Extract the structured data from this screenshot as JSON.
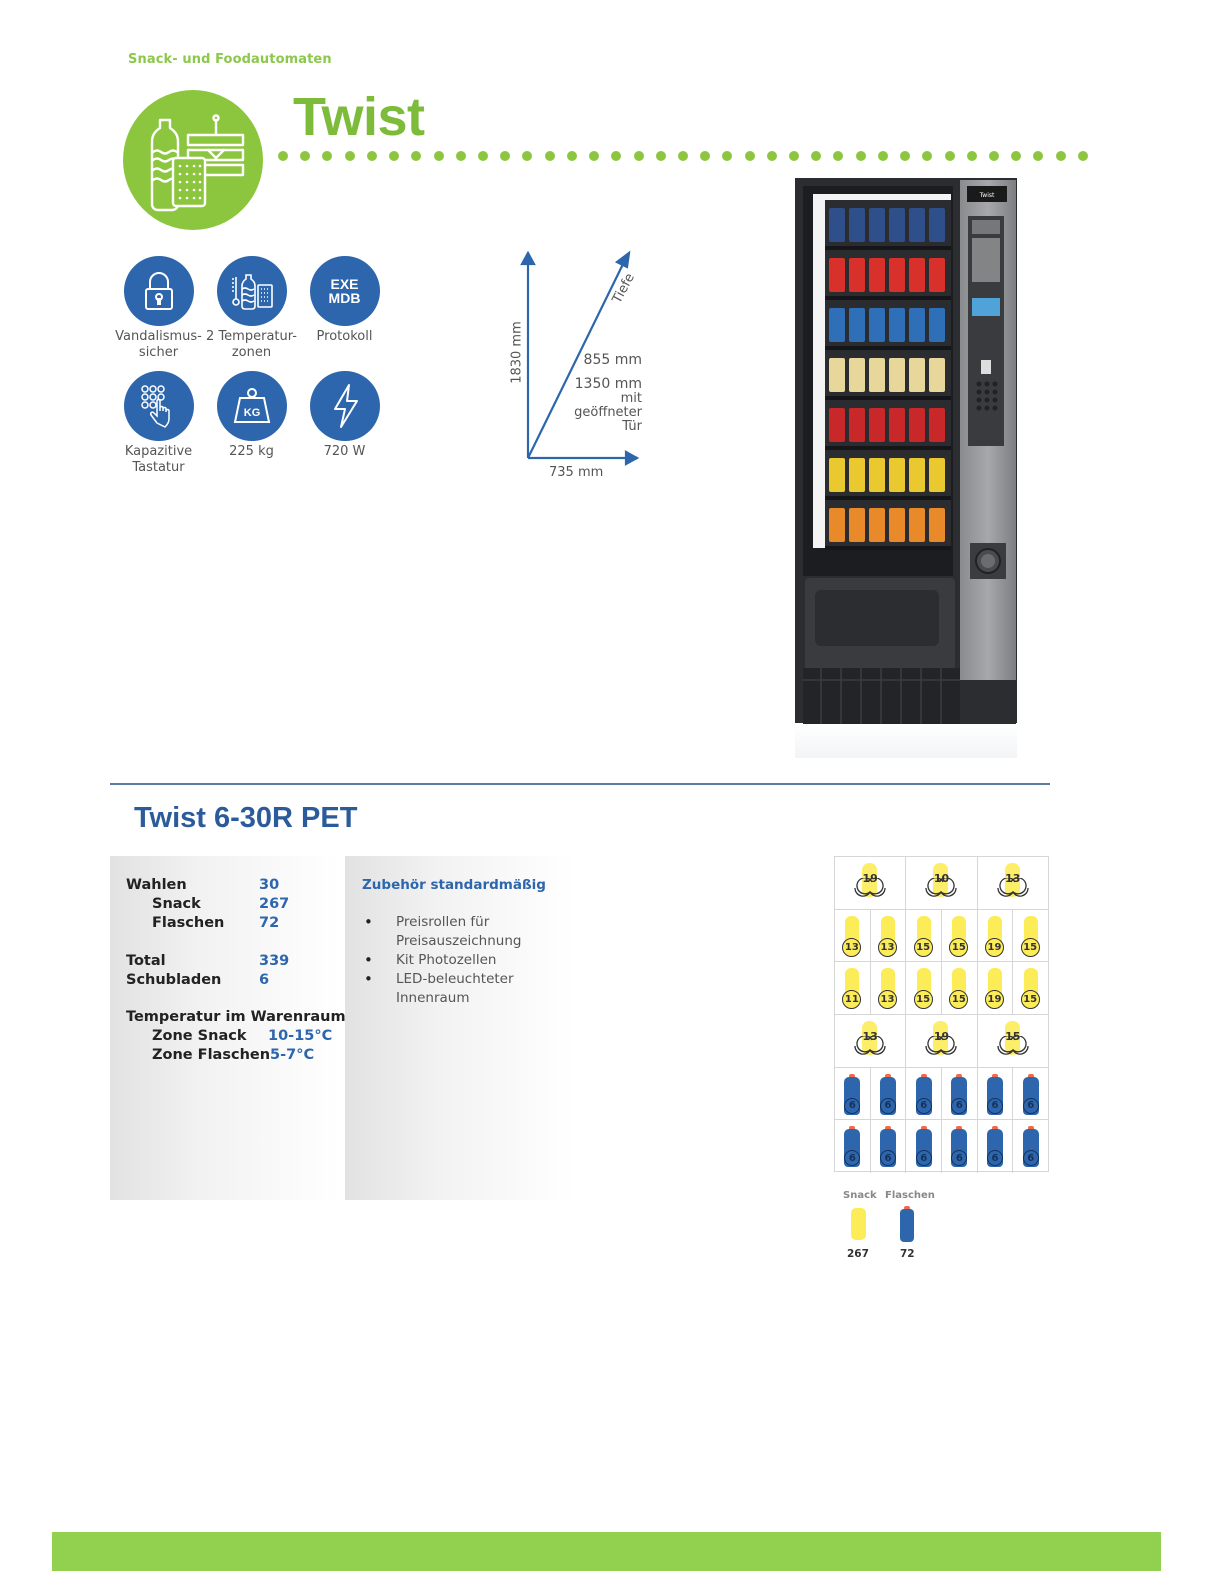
{
  "header": {
    "category": "Snack- und Foodautomaten",
    "title": "Twist",
    "hero_icon": "snack-bottle-sandwich-icon",
    "accent_color": "#8cc63f",
    "dot_count": 37
  },
  "features": [
    {
      "icon": "lock-icon",
      "label": "Vandalismus-\nsicher"
    },
    {
      "icon": "temperature-bottle-icon",
      "label": "2 Temperatur-\nzonen"
    },
    {
      "icon": "exe-mdb-icon",
      "badge_text": "EXE\nMDB",
      "label": "Protokoll"
    },
    {
      "icon": "keypad-touch-icon",
      "label": "Kapazitive\nTastatur"
    },
    {
      "icon": "weight-kg-icon",
      "badge_text": "KG",
      "label": "225 kg"
    },
    {
      "icon": "lightning-icon",
      "label": "720 W"
    }
  ],
  "dimensions": {
    "height": "1830 mm",
    "width": "735 mm",
    "depth_label": "Tiefe",
    "depth": "855 mm",
    "depth_open": "1350 mm",
    "depth_open_note_1": "mit",
    "depth_open_note_2": "geöffneter",
    "depth_open_note_3": "Tür"
  },
  "machine_image": {
    "name": "Twist",
    "shelves": 7
  },
  "model": {
    "title": "Twist 6-30R PET",
    "primary_color": "#2b5b9a"
  },
  "specs": {
    "wahlen_label": "Wahlen",
    "wahlen_value": "30",
    "snack_label": "Snack",
    "snack_value": "267",
    "flaschen_label": "Flaschen",
    "flaschen_value": "72",
    "total_label": "Total",
    "total_value": "339",
    "schubladen_label": "Schubladen",
    "schubladen_value": "6",
    "temp_label": "Temperatur im Warenraum",
    "zone_snack_label": "Zone Snack",
    "zone_snack_value": "10-15°C",
    "zone_flaschen_label": "Zone Flaschen",
    "zone_flaschen_value": "5-7°C"
  },
  "accessories": {
    "title": "Zubehör standardmäßig",
    "items": [
      "Preisrollen für Preisauszeichnung",
      "Kit Photozellen",
      "LED-beleuchteter Innenraum"
    ]
  },
  "tray_layout": {
    "trays": [
      {
        "type": "snack-double",
        "slots": [
          "19",
          "10",
          "13"
        ]
      },
      {
        "type": "snack-single",
        "slots": [
          "13",
          "13",
          "15",
          "15",
          "19",
          "15"
        ]
      },
      {
        "type": "snack-single",
        "slots": [
          "11",
          "13",
          "15",
          "15",
          "19",
          "15"
        ]
      },
      {
        "type": "snack-double",
        "slots": [
          "13",
          "19",
          "15"
        ]
      },
      {
        "type": "bottle",
        "slots": [
          "6",
          "6",
          "6",
          "6",
          "6",
          "6"
        ]
      },
      {
        "type": "bottle",
        "slots": [
          "6",
          "6",
          "6",
          "6",
          "6",
          "6"
        ]
      }
    ],
    "snack_color": "#fcec58",
    "bottle_color": "#2d66ac"
  },
  "legend": {
    "snack_label": "Snack",
    "snack_count": "267",
    "bottle_label": "Flaschen",
    "bottle_count": "72"
  },
  "footer": {
    "bar_color": "#92d050"
  }
}
